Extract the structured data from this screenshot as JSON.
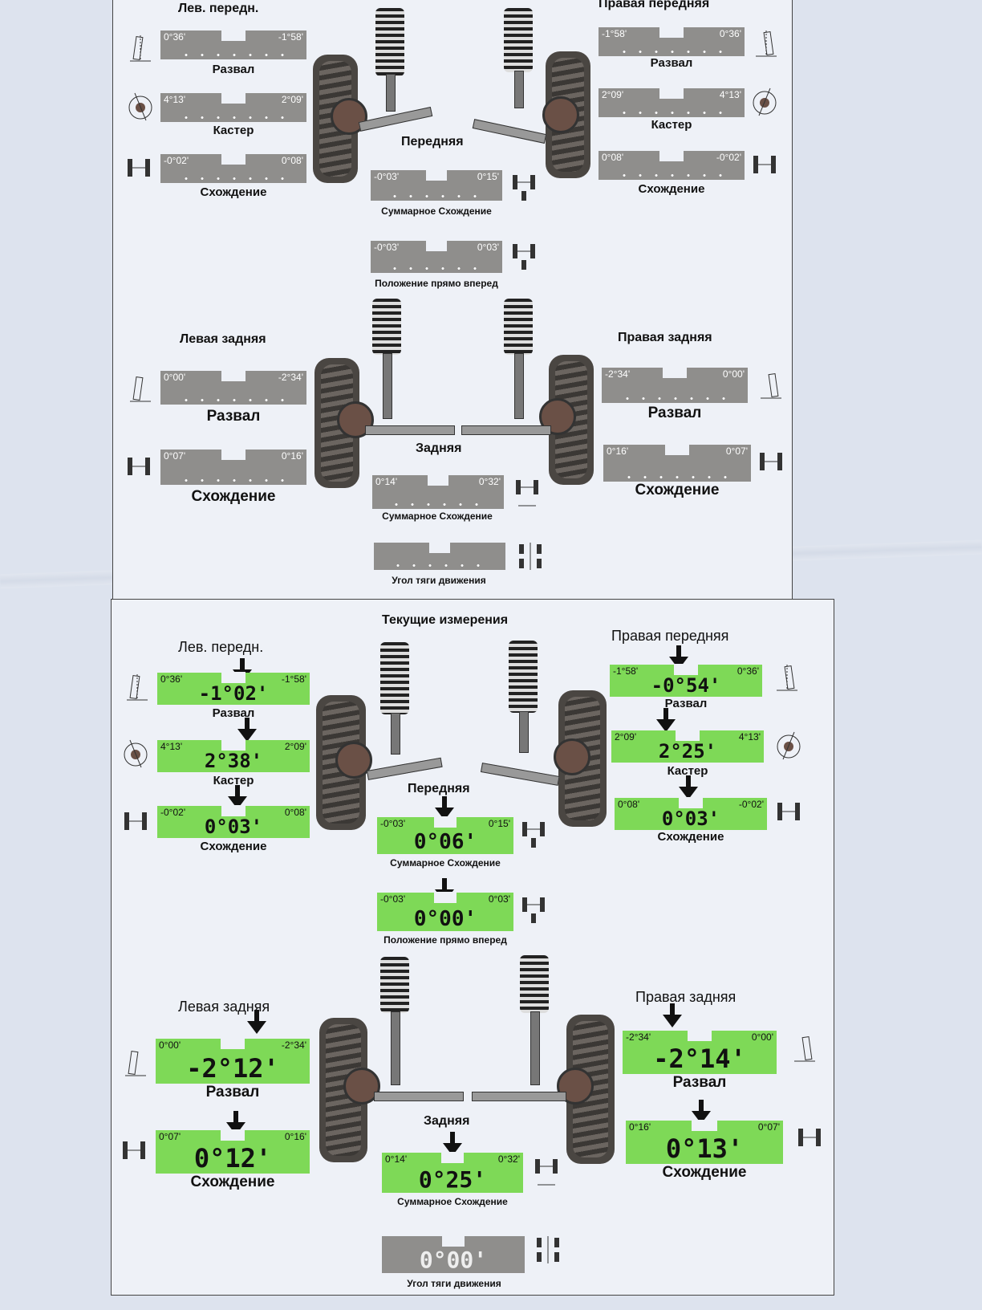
{
  "top": {
    "front_left_title": "Лев. передн.",
    "front_right_title": "Правая передняя",
    "front_center": "Передняя",
    "rear_left_title": "Левая задняя",
    "rear_right_title": "Правая задняя",
    "rear_center": "Задняя",
    "fl_camber": {
      "label": "Развал",
      "min": "0°36'",
      "max": "-1°58'"
    },
    "fl_caster": {
      "label": "Кастер",
      "min": "4°13'",
      "max": "2°09'"
    },
    "fl_toe": {
      "label": "Схождение",
      "min": "-0°02'",
      "max": "0°08'"
    },
    "fr_camber": {
      "label": "Развал",
      "min": "-1°58'",
      "max": "0°36'"
    },
    "fr_caster": {
      "label": "Кастер",
      "min": "2°09'",
      "max": "4°13'"
    },
    "fr_toe": {
      "label": "Схождение",
      "min": "0°08'",
      "max": "-0°02'"
    },
    "front_total_toe": {
      "label": "Суммарное Схождение",
      "min": "-0°03'",
      "max": "0°15'"
    },
    "straight_ahead": {
      "label": "Положение прямо вперед",
      "min": "-0°03'",
      "max": "0°03'"
    },
    "rl_camber": {
      "label": "Развал",
      "min": "0°00'",
      "max": "-2°34'"
    },
    "rl_toe": {
      "label": "Схождение",
      "min": "0°07'",
      "max": "0°16'"
    },
    "rr_camber": {
      "label": "Развал",
      "min": "-2°34'",
      "max": "0°00'"
    },
    "rr_toe": {
      "label": "Схождение",
      "min": "0°16'",
      "max": "0°07'"
    },
    "rear_total_toe": {
      "label": "Суммарное Схождение",
      "min": "0°14'",
      "max": "0°32'"
    },
    "thrust_angle": {
      "label": "Угол тяги движения"
    }
  },
  "bottom": {
    "title": "Текущие измерения",
    "front_left_title": "Лев. передн.",
    "front_right_title": "Правая передняя",
    "front_center": "Передняя",
    "rear_left_title": "Левая задняя",
    "rear_right_title": "Правая задняя",
    "rear_center": "Задняя",
    "fl_camber": {
      "label": "Развал",
      "min": "0°36'",
      "max": "-1°58'",
      "value": "-1°02'"
    },
    "fl_caster": {
      "label": "Кастер",
      "min": "4°13'",
      "max": "2°09'",
      "value": "2°38'"
    },
    "fl_toe": {
      "label": "Схождение",
      "min": "-0°02'",
      "max": "0°08'",
      "value": "0°03'"
    },
    "fr_camber": {
      "label": "Развал",
      "min": "-1°58'",
      "max": "0°36'",
      "value": "-0°54'"
    },
    "fr_caster": {
      "label": "Кастер",
      "min": "2°09'",
      "max": "4°13'",
      "value": "2°25'"
    },
    "fr_toe": {
      "label": "Схождение",
      "min": "0°08'",
      "max": "-0°02'",
      "value": "0°03'"
    },
    "front_total_toe": {
      "label": "Суммарное Схождение",
      "min": "-0°03'",
      "max": "0°15'",
      "value": "0°06'"
    },
    "straight_ahead": {
      "label": "Положение прямо вперед",
      "min": "-0°03'",
      "max": "0°03'",
      "value": "0°00'"
    },
    "rl_camber": {
      "label": "Развал",
      "min": "0°00'",
      "max": "-2°34'",
      "value": "-2°12'"
    },
    "rl_toe": {
      "label": "Схождение",
      "min": "0°07'",
      "max": "0°16'",
      "value": "0°12'"
    },
    "rr_camber": {
      "label": "Развал",
      "min": "-2°34'",
      "max": "0°00'",
      "value": "-2°14'"
    },
    "rr_toe": {
      "label": "Схождение",
      "min": "0°16'",
      "max": "0°07'",
      "value": "0°13'"
    },
    "rear_total_toe": {
      "label": "Суммарное Схождение",
      "min": "0°14'",
      "max": "0°32'",
      "value": "0°25'"
    },
    "thrust_angle": {
      "label": "Угол тяги движения",
      "value": "0°00'"
    }
  }
}
